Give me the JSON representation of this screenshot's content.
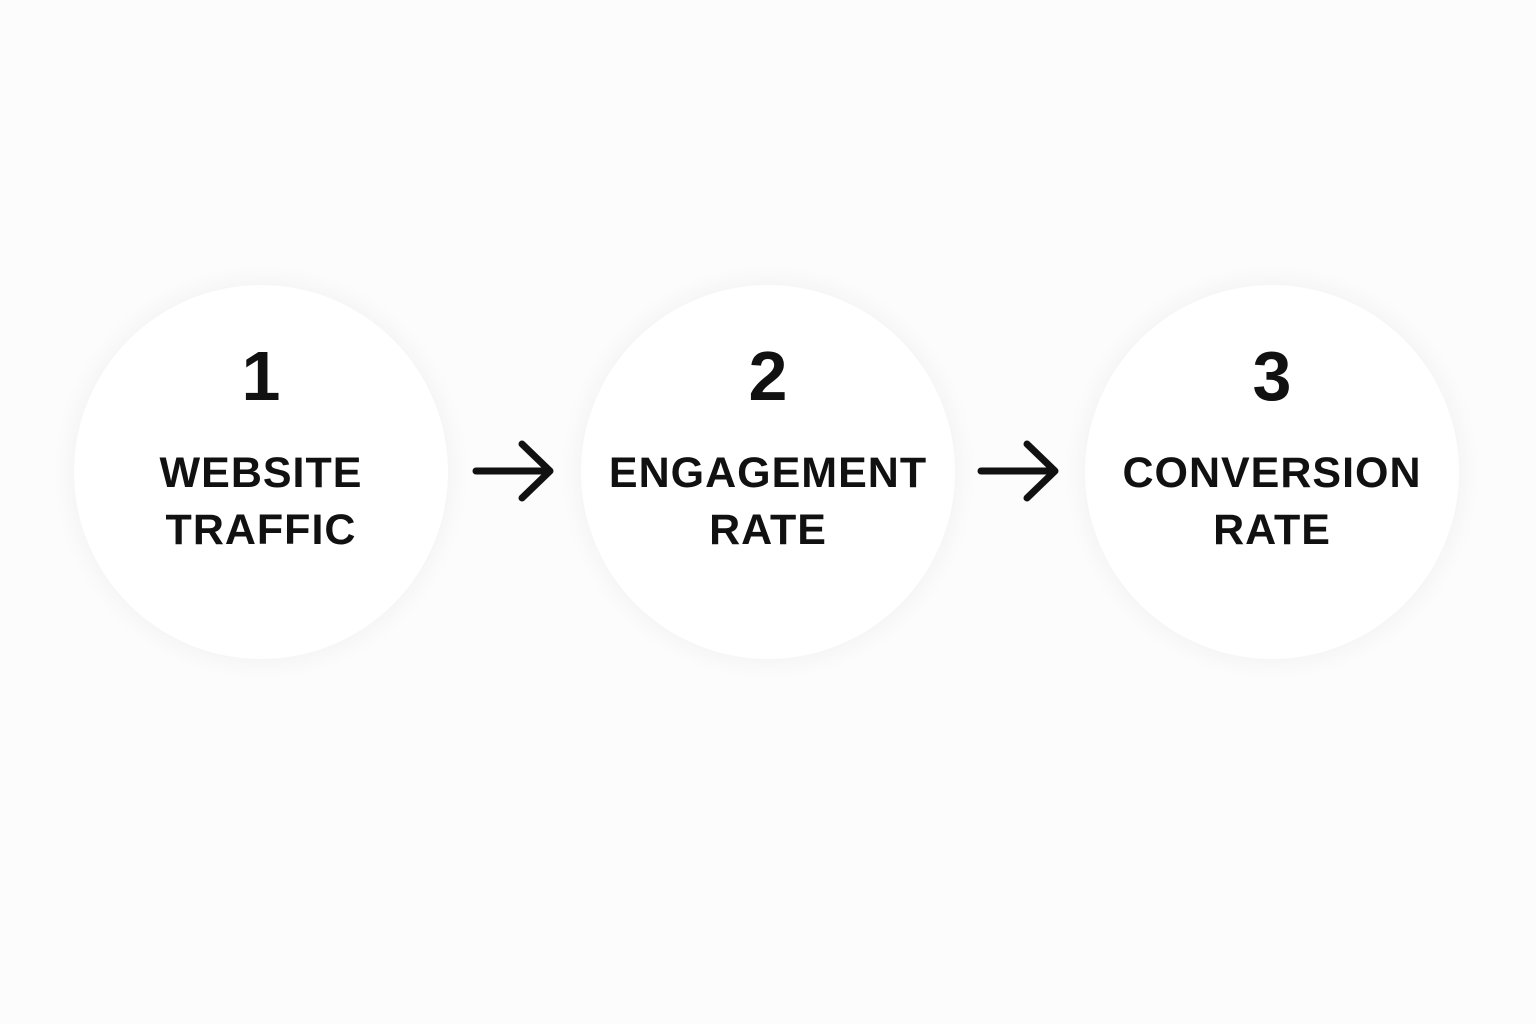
{
  "diagram": {
    "steps": [
      {
        "number": "1",
        "line1": "WEBSITE",
        "line2": "TRAFFIC"
      },
      {
        "number": "2",
        "line1": "ENGAGEMENT",
        "line2": "RATE"
      },
      {
        "number": "3",
        "line1": "CONVERSION",
        "line2": "RATE"
      }
    ],
    "colors": {
      "background": "#fcfcfc",
      "circle": "#ffffff",
      "text": "#111111"
    },
    "connector_icon": "arrow-right-icon"
  }
}
